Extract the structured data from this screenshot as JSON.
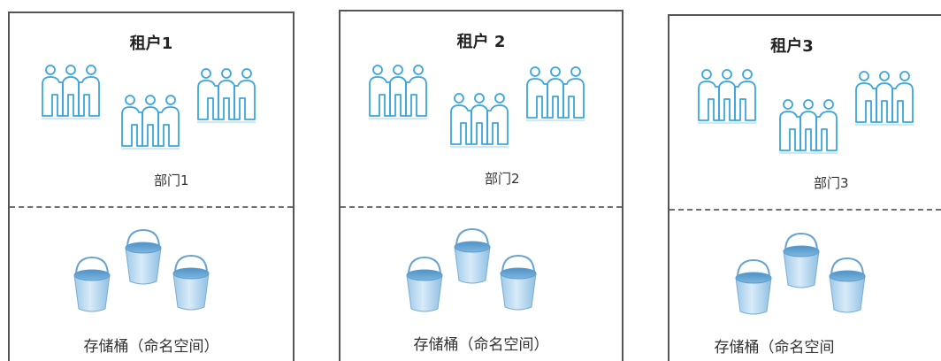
{
  "colors": {
    "border": "#555555",
    "divider": "#6f6f6f",
    "people": "#3aa6dd",
    "bucket": "#7fb6de"
  },
  "tenants": [
    {
      "title": "租户1",
      "department": "部门1",
      "storage": "存储桶（命名空间）"
    },
    {
      "title": "租户 2",
      "department": "部门2",
      "storage": "存储桶（命名空间）"
    },
    {
      "title": "租户3",
      "department": "部门3",
      "storage": "存储桶（命名空间"
    }
  ],
  "icons": {
    "people_group": "people-group-icon",
    "bucket": "bucket-icon"
  }
}
